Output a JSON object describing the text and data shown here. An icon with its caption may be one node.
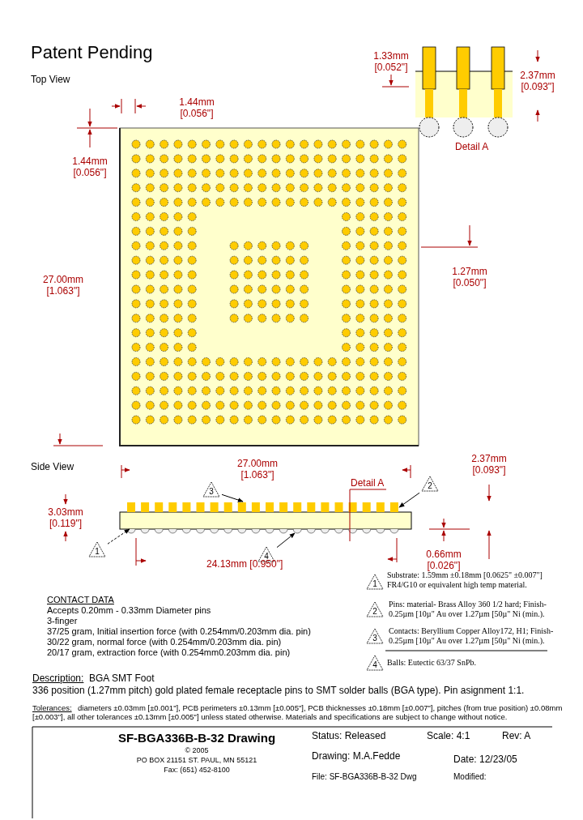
{
  "diagram": {
    "nodes": [
      {
        "text": [
          "3"
        ]
      },
      {
        "text": [
          "2"
        ]
      },
      {
        "text": [
          "1"
        ]
      },
      {
        "text": [
          "4"
        ]
      },
      {
        "text": [
          "1"
        ],
        "beside": [
          "Substrate: 1.59mm ±0.18mm [0.0625\" ±0.007\"] FR4/G10 or equivalent high temp material."
        ]
      },
      {
        "text": [
          "2"
        ],
        "beside": [
          "Pins: material- Brass Alloy 360 1/2 hard; Finish- 0.25µm [10µ\" Au over 1.27µm [50µ\" Ni (min.)."
        ]
      },
      {
        "text": [
          "3"
        ],
        "beside": [
          "Contacts: Beryllium Copper Alloy172, H1; Finish- 0.25µm [10µ\" Au over 1.27µm [50µ\" Ni (min.)."
        ]
      },
      {
        "text": [
          "4"
        ],
        "beside": [
          "Balls: Eutectic 63/37 SnPb."
        ]
      },
      {
        "text": [],
        "shape": "box"
      },
      {
        "text": [],
        "shape": "bar"
      },
      {
        "text": [],
        "shape": "bar"
      },
      {
        "text": [],
        "shape": "circle"
      }
    ],
    "edges": [
      {
        "from": 0,
        "to": 9,
        "arrow": "to"
      },
      {
        "from": 1,
        "to": 10,
        "arrow": "to"
      },
      {
        "from": 2,
        "to": 8,
        "arrow": "to",
        "style": "dashed"
      },
      {
        "from": 3,
        "to": 11,
        "arrow": "to"
      }
    ],
    "labels": [
      "Patent Pending",
      "Top View",
      "1.33mm [0.052\"]",
      "2.37mm [0.093\"]",
      "Detail A",
      "1.44mm [0.056\"]",
      "1.44mm [0.056\"]",
      "27.00mm [1.063\"]",
      "1.27mm [0.050\"]",
      "Side View",
      "27.00mm [1.063\"]",
      "2.37mm [0.093\"]",
      "Detail A",
      "3.03mm [0.119\"]",
      "24.13mm [0.950\"]",
      "0.66mm [0.026\"]",
      "CONTACT DATA",
      "Accepts 0.20mm - 0.33mm Diameter pins",
      "3-finger",
      "37/25 gram, Initial insertion force (with 0.254mm/0.203mm dia. pin)",
      "30/22 gram, normal force (with 0.254mm/0.203mm dia. pin)",
      "20/17 gram, extraction force (with 0.254mm0.203mm dia. pin)",
      "Description:",
      "BGA SMT Foot",
      "336 position (1.27mm pitch) gold plated female receptacle pins to SMT solder balls (BGA type). Pin asignment 1:1.",
      "Tolerances:",
      "diameters ±0.03mm [±0.001\"], PCB perimeters ±0.13mm [±0.005\"], PCB thicknesses ±0.18mm [±0.007\"], pitches (from true position) ±0.08mm [±0.003\"], all other tolerances ±0.13mm [±0.005\"] unless stated otherwise.  Materials and specifications are subject to change without notice.",
      "SF-BGA336B-B-32 Drawing",
      "© 2005",
      "PO BOX 21151 ST. PAUL, MN  55121",
      "Fax: (651) 452-8100",
      "Status: Released",
      "Scale: 4:1",
      "Rev: A",
      "Drawing: M.A.Fedde",
      "Date: 12/23/05",
      "File: SF-BGA336B-B-32 Dwg",
      "Modified:"
    ]
  }
}
